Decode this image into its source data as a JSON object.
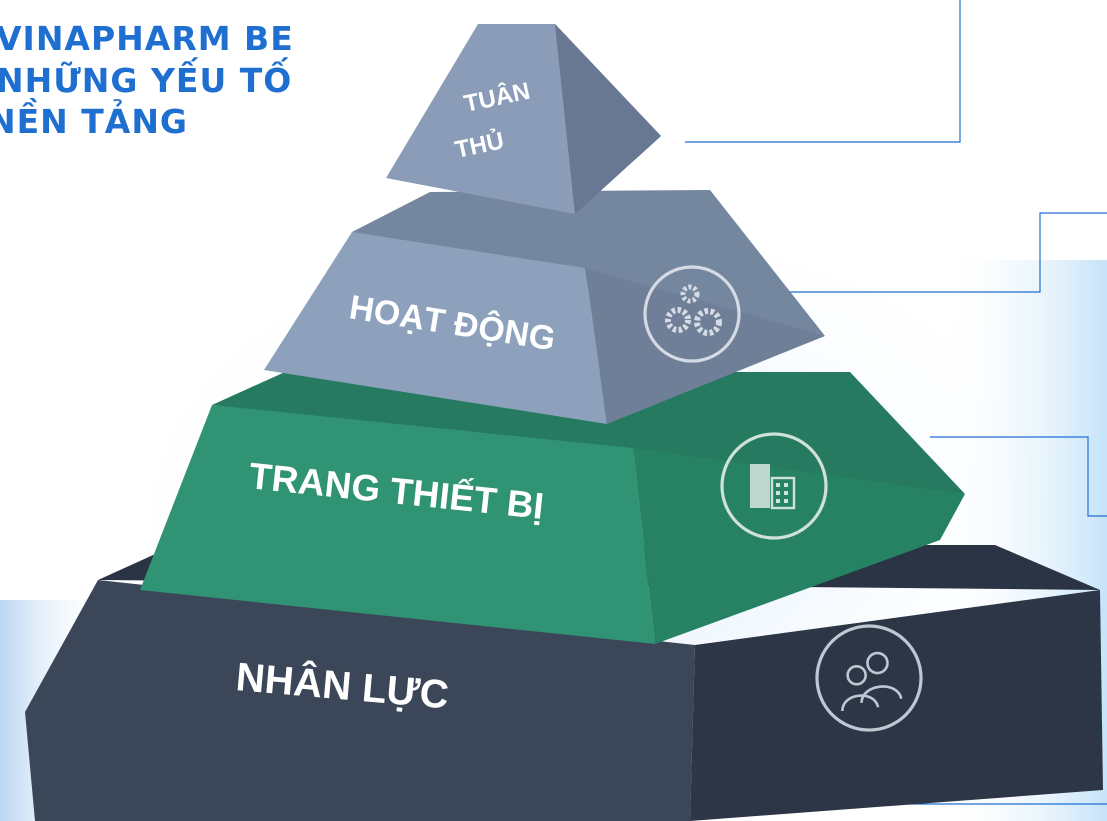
{
  "heading": {
    "line1": "VINAPHARM BE",
    "line2": "NHỮNG YẾU TỐ",
    "line3": "NỀN TẢNG"
  },
  "pyramid": {
    "tiers": [
      {
        "label_line1": "TUÂN",
        "label_line2": "THỦ",
        "icon": "none"
      },
      {
        "label": "HOẠT ĐỘNG",
        "icon": "gears-icon"
      },
      {
        "label": "TRANG THIẾT BỊ",
        "icon": "building-icon"
      },
      {
        "label": "NHÂN LỰC",
        "icon": "people-icon"
      }
    ]
  },
  "colors": {
    "heading": "#1f6fd1",
    "tier_top": "#8a9cb8",
    "tier_activity": "#8c9fba",
    "tier_equipment": "#2f9374",
    "tier_workforce": "#3a4556",
    "connector_lines": "#1e6fd0"
  }
}
